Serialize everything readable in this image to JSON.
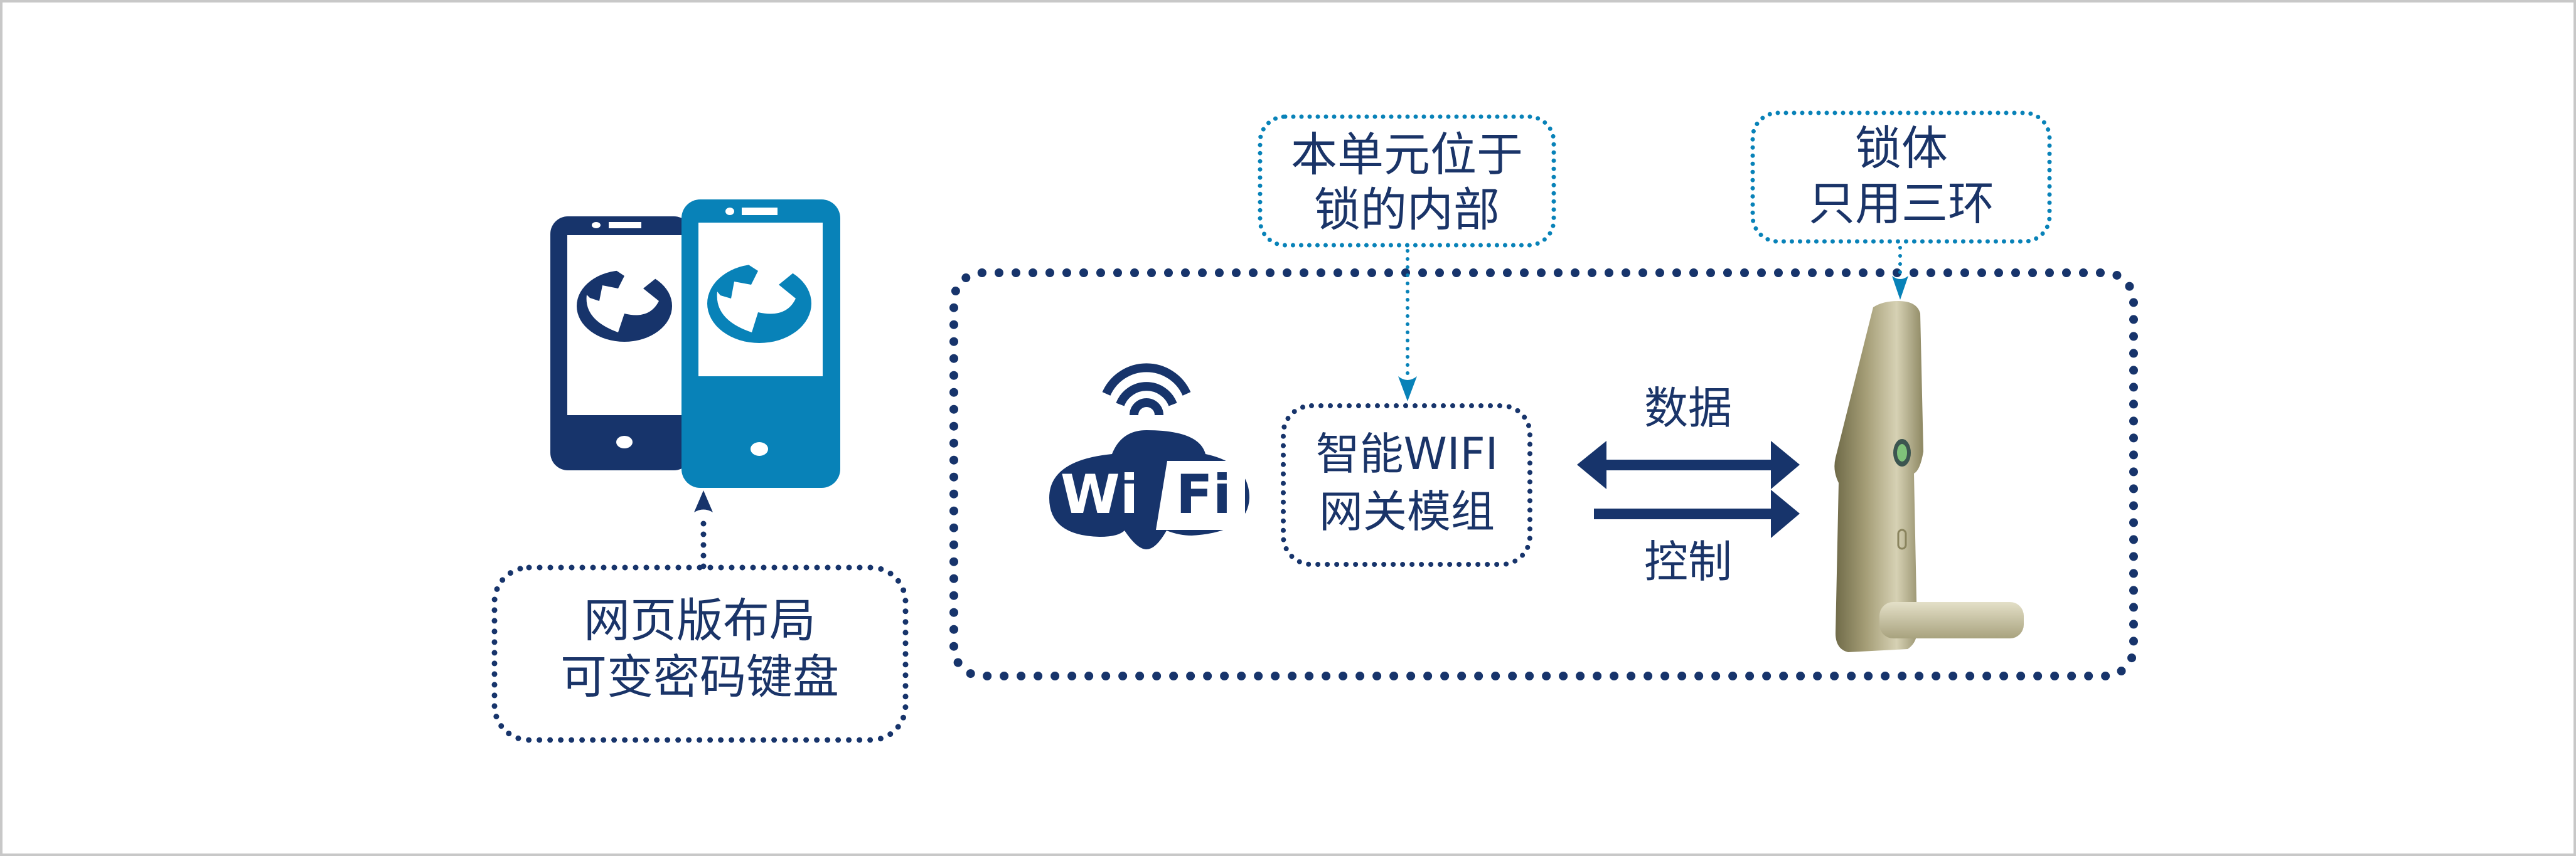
{
  "colors": {
    "navy": "#17346b",
    "blue": "#0882b8",
    "frame": "#c8c8c8",
    "lock_dark": "#7e7752",
    "lock_light": "#d2cdb0"
  },
  "phones": {
    "icons": [
      "phone-globe-icon-dark",
      "phone-globe-icon-blue"
    ],
    "caption_lines": [
      "网页版布局",
      "可变密码键盘"
    ]
  },
  "callout_unit": {
    "lines": [
      "本单元位于",
      "锁的内部"
    ]
  },
  "callout_lock": {
    "lines": [
      "锁体",
      "只用三环"
    ]
  },
  "wifi_logo": {
    "wi": "Wi",
    "fi": "Fi"
  },
  "gateway": {
    "lines": [
      "智能WIFI",
      "网关模组"
    ]
  },
  "arrows": {
    "data_label": "数据",
    "control_label": "控制"
  },
  "lock": {
    "icon": "door-lock-image"
  }
}
